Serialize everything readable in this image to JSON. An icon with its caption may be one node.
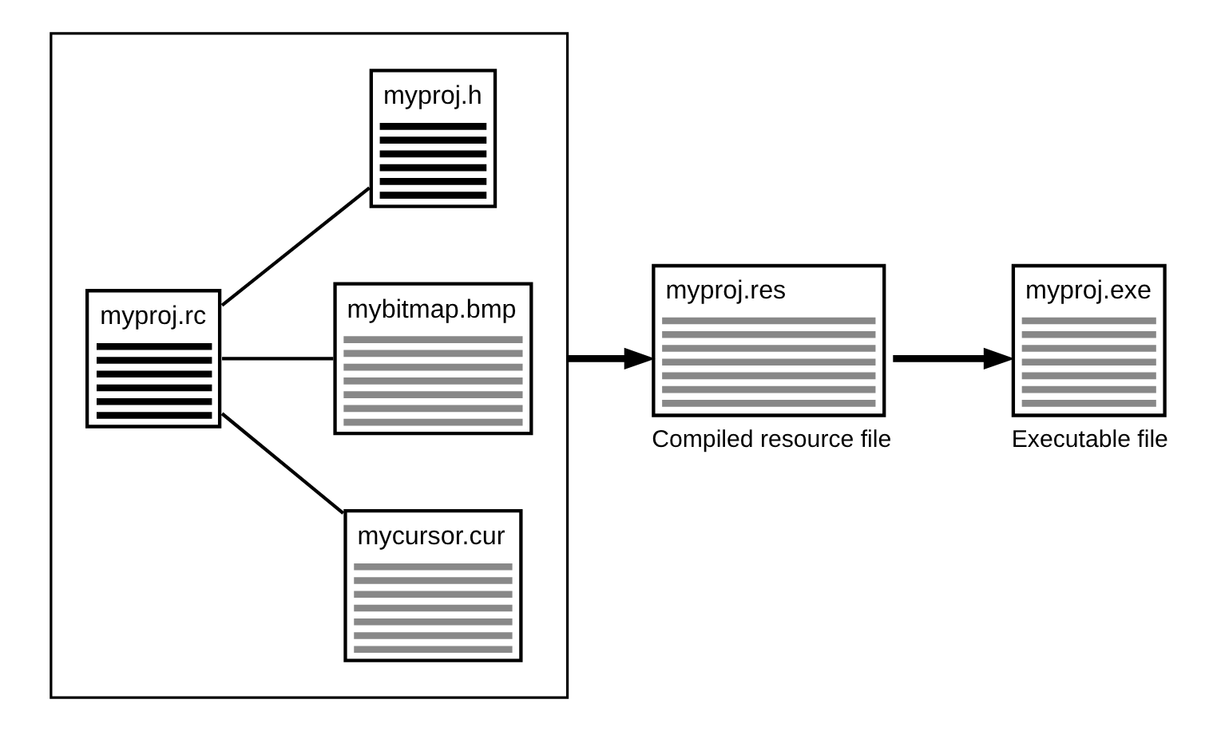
{
  "diagram": {
    "nodes": [
      {
        "text": [],
        "shape": "box"
      },
      {
        "text": [
          "myproj.rc"
        ],
        "in": 0
      },
      {
        "text": [
          "mycursor.cur"
        ],
        "in": 0
      },
      {
        "text": [
          "mybitmap.bmp"
        ],
        "in": 0
      },
      {
        "text": [
          "myproj.h"
        ],
        "in": 0
      },
      {
        "text": [
          "myproj.res"
        ],
        "beside": [
          "Compiled resource file"
        ]
      },
      {
        "text": [
          "myproj.exe"
        ],
        "beside": [
          "Executable file"
        ]
      }
    ],
    "edges": [
      {
        "from": 1,
        "to": 2,
        "arrow": "none"
      },
      {
        "from": 1,
        "to": 3,
        "arrow": "none"
      },
      {
        "from": 1,
        "to": 4,
        "arrow": "none"
      },
      {
        "from": 0,
        "to": 5,
        "arrow": "to",
        "style": "thick"
      },
      {
        "from": 5,
        "to": 6,
        "arrow": "to",
        "style": "thick"
      }
    ]
  }
}
